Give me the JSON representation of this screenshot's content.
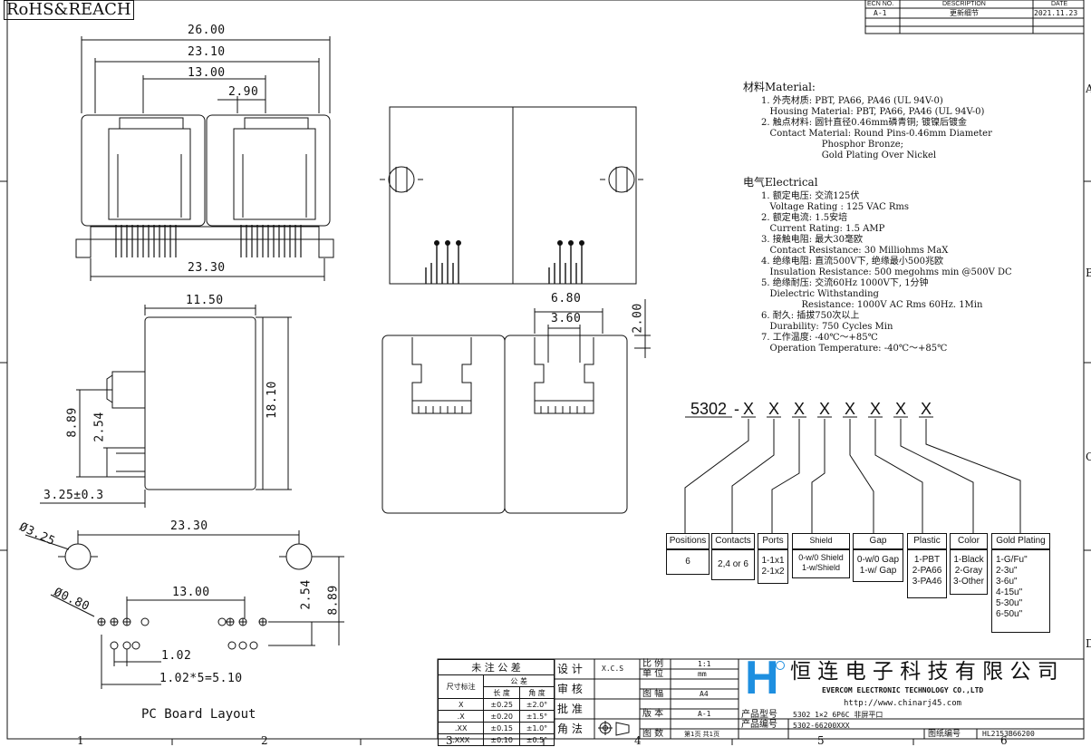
{
  "rohs": "RoHS&REACH",
  "revision": {
    "headers": [
      "ECN NO.",
      "DESCRIPTION",
      "DATE"
    ],
    "row": [
      "A-1",
      "更新细节",
      "2021.11.23"
    ]
  },
  "zone_letters": [
    "A",
    "B",
    "C",
    "D"
  ],
  "zone_numbers": [
    "1",
    "2",
    "3",
    "4",
    "5",
    "6"
  ],
  "dims": {
    "w26": "26.00",
    "w23_10": "23.10",
    "w13": "13.00",
    "w2_90": "2.90",
    "w23_30": "23.30",
    "w11_50": "11.50",
    "h18_10": "18.10",
    "h8_89": "8.89",
    "h2_54": "2.54",
    "w3_25": "3.25±0.3",
    "w6_80": "6.80",
    "w3_60": "3.60",
    "h2_00": "2.00",
    "pcb_23_30": "23.30",
    "pcb_d325": "Ø3.25",
    "pcb_d080": "Ø0.80",
    "pcb_13": "13.00",
    "pcb_2_54": "2.54",
    "pcb_8_89": "8.89",
    "pcb_1_02": "1.02",
    "pcb_pitch": "1.02*5=5.10"
  },
  "pcb_title": "PC Board Layout",
  "spec": {
    "material_title": "材料Material:",
    "material_lines": [
      "1. 外壳材质: PBT, PA66, PA46 (UL 94V-0)",
      "   Housing Material: PBT, PA66, PA46 (UL 94V-0)",
      "2. 触点材料: 圆针直径0.46mm磷青铜; 镀镍后镀金",
      "   Contact Material: Round Pins-0.46mm Diameter",
      "                     Phosphor Bronze;",
      "                     Gold Plating Over Nickel"
    ],
    "electrical_title": "电气Electrical",
    "electrical_lines": [
      "1. 额定电压: 交流125伏",
      "   Voltage Rating : 125 VAC Rms",
      "2. 额定电流: 1.5安培",
      "   Current Rating: 1.5 AMP",
      "3. 接触电阻: 最大30毫欧",
      "   Contact Resistance: 30 Milliohms MaX",
      "4. 绝缘电阻: 直流500V下, 绝缘最小500兆欧",
      "   Insulation Resistance: 500 megohms min @500V DC",
      "5. 绝缘耐压: 交流60Hz 1000V下, 1分钟",
      "   Dielectric Withstanding",
      "              Resistance: 1000V AC Rms 60Hz. 1Min",
      "6. 耐久: 插拔750次以上",
      "   Durability: 750 Cycles Min",
      "7. 工作温度: -40℃～+85℃",
      "   Operation Temperature: -40℃～+85℃"
    ]
  },
  "part": {
    "prefix": "5302",
    "dash": "-",
    "slots": [
      "X",
      "X",
      "X",
      "X",
      "X",
      "X",
      "X",
      "X"
    ]
  },
  "options": [
    {
      "title": "Positions",
      "values": [
        "6"
      ]
    },
    {
      "title": "Contacts",
      "values": [
        "2,4 or 6"
      ]
    },
    {
      "title": "Ports",
      "values": [
        "1-1x1",
        "2-1x2"
      ]
    },
    {
      "title": "Shield",
      "values": [
        "0-w/0 Shield",
        "1-w/Shield"
      ]
    },
    {
      "title": "Gap",
      "values": [
        "0-w/0 Gap",
        "1-w/ Gap"
      ]
    },
    {
      "title": "Plastic",
      "values": [
        "1-PBT",
        "2-PA66",
        "3-PA46"
      ]
    },
    {
      "title": "Color",
      "values": [
        "1-Black",
        "2-Gray",
        "3-Other"
      ]
    },
    {
      "title": "Gold Plating",
      "values": [
        "1-G/Fu\"",
        "2-3u\"",
        "3-6u\"",
        "4-15u\"",
        "5-30u\"",
        "6-50u\""
      ]
    }
  ],
  "titleblock": {
    "tol_title": "未 注 公 差",
    "tol_sub": "尺寸标注",
    "tol_head": "公 差",
    "tol_len": "长 度",
    "tol_ang": "角 度",
    "tol_rows": [
      [
        "X",
        "±0.25",
        "±2.0°"
      ],
      [
        ".X",
        "±0.20",
        "±1.5°"
      ],
      [
        ".XX",
        "±0.15",
        "±1.0°"
      ],
      [
        ".XXX",
        "±0.10",
        "±0.5°"
      ]
    ],
    "design": "设 计",
    "design_val": "X.C.S",
    "check": "审 核",
    "approve": "批 准",
    "angle": "角 法",
    "scale": "比 例",
    "scale_val": "1:1",
    "unit": "单 位",
    "unit_val": "mm",
    "size": "图 幅",
    "size_val": "A4",
    "version": "版 本",
    "version_val": "A-1",
    "sheets": "图 数",
    "sheets_val": "第1页 共1页",
    "company_cn": "恒 连 电 子 科 技 有 限 公 司",
    "company_en": "EVERCOM ELECTRONIC TECHNOLOGY CO.,LTD",
    "url": "http://www.chinarj45.com",
    "model_label": "产品型号",
    "model_val": "5302 1×2 6P6C 非屏平口",
    "code_label": "产品编号",
    "code_val": "5302-66200XXX",
    "drawing_label": "图纸编号",
    "drawing_val": "HL2153B66200",
    "logo_letter": "H"
  }
}
